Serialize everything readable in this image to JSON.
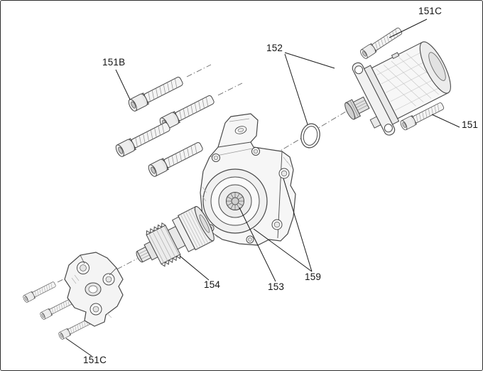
{
  "diagram": {
    "kind": "exploded-parts-view",
    "labels": [
      {
        "text": "151C"
      },
      {
        "text": "152"
      },
      {
        "text": "151B"
      },
      {
        "text": "151"
      },
      {
        "text": "154"
      },
      {
        "text": "153"
      },
      {
        "text": "159"
      },
      {
        "text": "151C"
      }
    ],
    "parts": [
      {
        "name": "socket-head-bolt"
      },
      {
        "name": "starter-motor"
      },
      {
        "name": "o-ring"
      },
      {
        "name": "gear-housing-cover"
      },
      {
        "name": "starter-drive-gear-assembly"
      },
      {
        "name": "mounting-bracket"
      }
    ]
  }
}
